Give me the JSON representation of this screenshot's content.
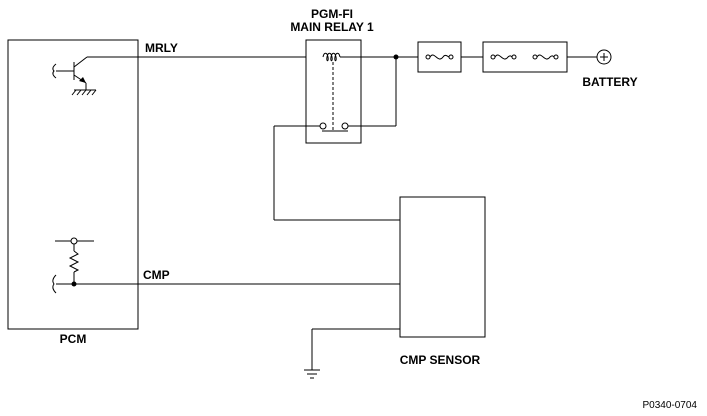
{
  "labels": {
    "relay_line1": "PGM-FI",
    "relay_line2": "MAIN RELAY 1",
    "mrly": "MRLY",
    "battery": "BATTERY",
    "cmp": "CMP",
    "pcm": "PCM",
    "cmp_sensor": "CMP SENSOR",
    "figure_id": "P0340-0704"
  }
}
